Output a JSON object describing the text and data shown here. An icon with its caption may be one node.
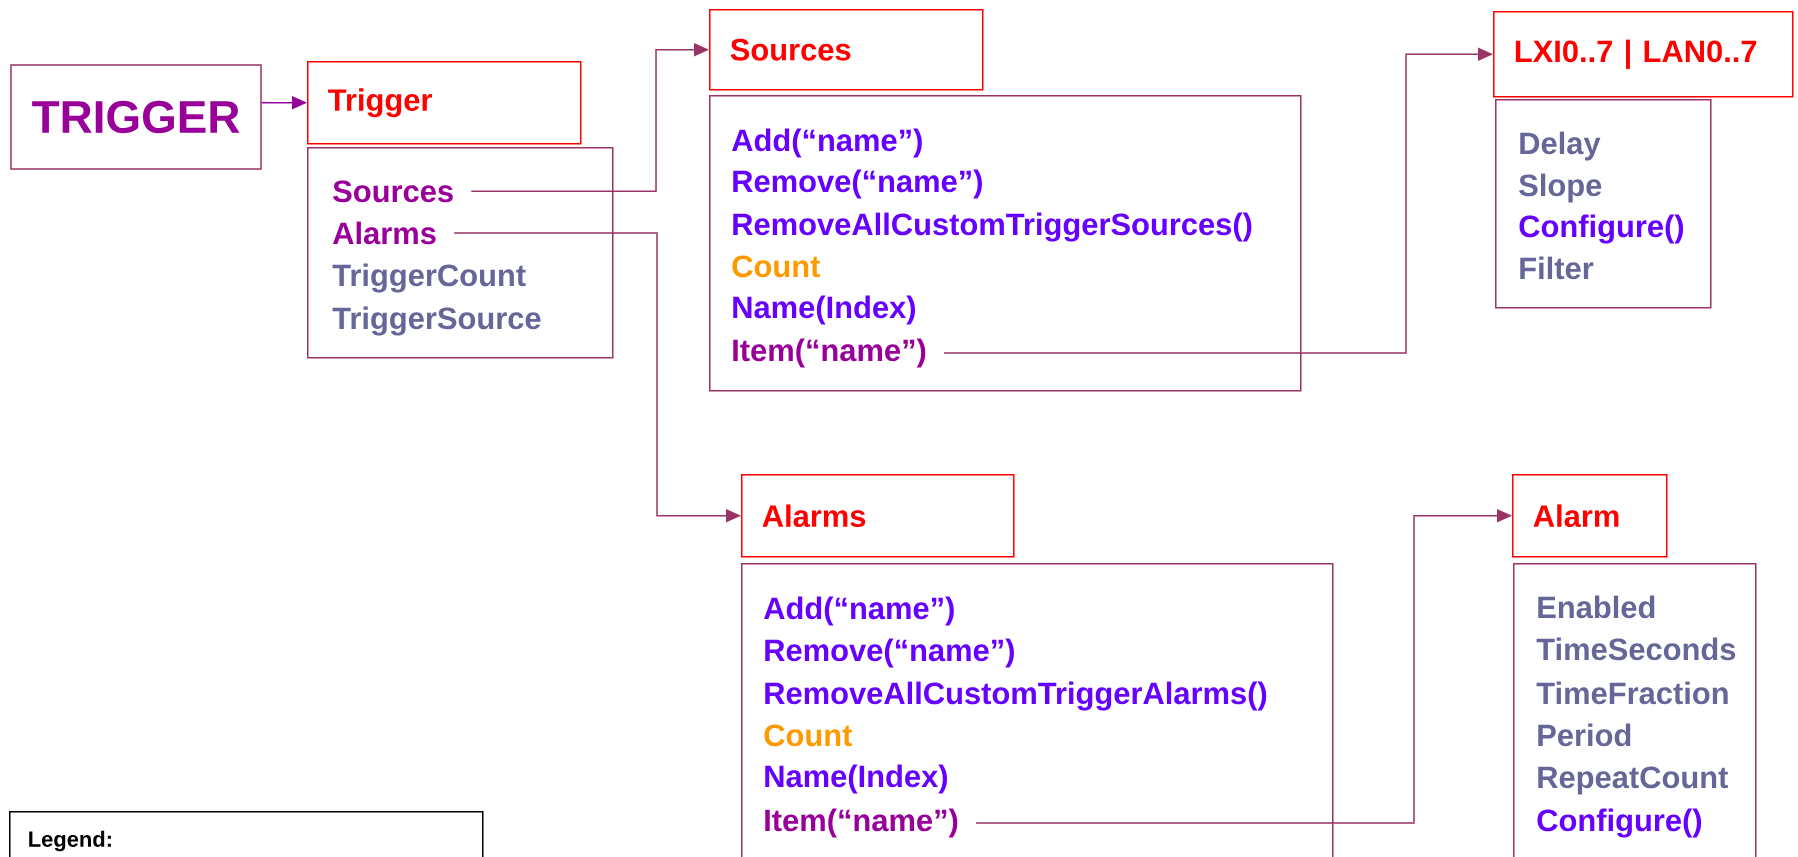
{
  "diagram": {
    "nodes": [
      {
        "text": [
          "TRIGGER"
        ]
      },
      {
        "text": [
          "Trigger"
        ]
      },
      {
        "text": [],
        "shape": "box"
      },
      {
        "text": [
          "Sources"
        ],
        "in": 2
      },
      {
        "text": [
          "Alarms"
        ],
        "in": 2
      },
      {
        "text": [
          "TriggerCount"
        ],
        "in": 2
      },
      {
        "text": [
          "TriggerSource"
        ],
        "in": 2
      },
      {
        "text": [
          "Sources"
        ]
      },
      {
        "text": [],
        "shape": "box"
      },
      {
        "text": [
          "Add(“name”)"
        ],
        "in": 8
      },
      {
        "text": [
          "Remove(“name”)"
        ],
        "in": 8
      },
      {
        "text": [
          "RemoveAllCustomTriggerSources()"
        ],
        "in": 8
      },
      {
        "text": [
          "Count"
        ],
        "in": 8
      },
      {
        "text": [
          "Name(Index)"
        ],
        "in": 8
      },
      {
        "text": [
          "Item(“name”)"
        ],
        "in": 8
      },
      {
        "text": [
          "LXI0..7 | LAN0..7"
        ]
      },
      {
        "text": [],
        "shape": "box"
      },
      {
        "text": [
          "Delay"
        ],
        "in": 16
      },
      {
        "text": [
          "Slope"
        ],
        "in": 16
      },
      {
        "text": [
          "Configure()"
        ],
        "in": 16
      },
      {
        "text": [
          "Filter"
        ],
        "in": 16
      },
      {
        "text": [
          "Alarms"
        ]
      },
      {
        "text": [],
        "shape": "box"
      },
      {
        "text": [
          "Add(“name”)"
        ],
        "in": 22
      },
      {
        "text": [
          "Remove(“name”)"
        ],
        "in": 22
      },
      {
        "text": [
          "RemoveAllCustomTriggerAlarms()"
        ],
        "in": 22
      },
      {
        "text": [
          "Count"
        ],
        "in": 22
      },
      {
        "text": [
          "Name(Index)"
        ],
        "in": 22
      },
      {
        "text": [
          "Item(“name”)"
        ],
        "in": 22
      },
      {
        "text": [
          "Alarm"
        ]
      },
      {
        "text": [],
        "shape": "box"
      },
      {
        "text": [
          "Enabled"
        ],
        "in": 30
      },
      {
        "text": [
          "TimeSeconds"
        ],
        "in": 30
      },
      {
        "text": [
          "TimeFraction"
        ],
        "in": 30
      },
      {
        "text": [
          "Period"
        ],
        "in": 30
      },
      {
        "text": [
          "RepeatCount"
        ],
        "in": 30
      },
      {
        "text": [
          "Configure()"
        ],
        "in": 30
      },
      {
        "text": [
          "Legend:"
        ]
      }
    ],
    "edges": [
      {
        "from": 0,
        "to": 1,
        "arrow": "to",
        "color": "#990099"
      },
      {
        "from": 3,
        "to": 7,
        "arrow": "to"
      },
      {
        "from": 4,
        "to": 21,
        "arrow": "to"
      },
      {
        "from": 14,
        "to": 15,
        "arrow": "to"
      },
      {
        "from": 28,
        "to": 29,
        "arrow": "to"
      }
    ]
  }
}
